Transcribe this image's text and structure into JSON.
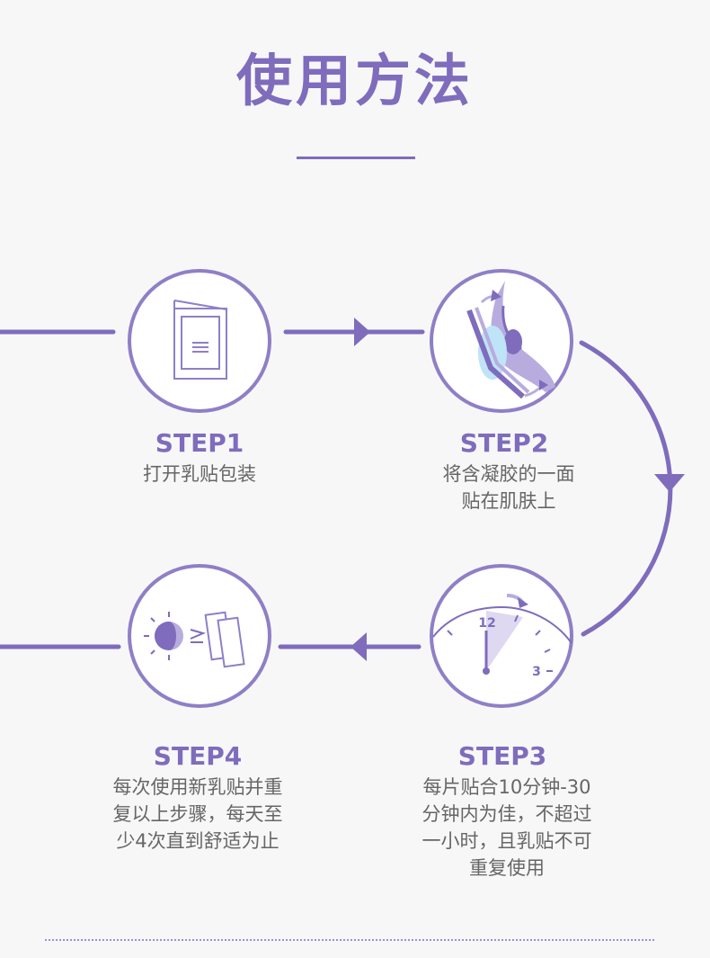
{
  "title": "使用方法",
  "colors": {
    "accent": "#7f6cbc",
    "light": "#b8acdf",
    "text": "#666666",
    "ice": "#bfe3f7"
  },
  "steps": [
    {
      "label": "STEP1",
      "desc": "打开乳贴包装",
      "icon": "package-open-icon"
    },
    {
      "label": "STEP2",
      "desc": "将含凝胶的一面\n贴在肌肤上",
      "icon": "apply-patch-icon"
    },
    {
      "label": "STEP3",
      "desc": "每片贴合10分钟-30\n分钟内为佳，不超过\n一小时，且乳贴不可\n重复使用",
      "icon": "clock-icon"
    },
    {
      "label": "STEP4",
      "desc": "每次使用新乳贴并重\n复以上步骤，每天至\n少4次直到舒适为止",
      "icon": "sun-patches-icon"
    }
  ],
  "clock": {
    "twelve": "12",
    "three": "3"
  }
}
